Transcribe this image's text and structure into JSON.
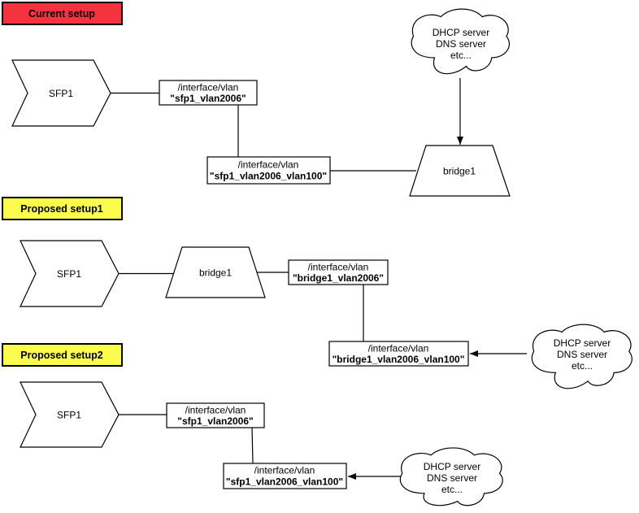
{
  "colors": {
    "current_label_bg": "#F5333F",
    "proposed_label_bg": "#FCFC4D",
    "shape_fill": "#FFFFFF",
    "stroke": "#000000"
  },
  "current": {
    "label": "Current setup",
    "sfp1_label": "SFP1",
    "vlan_box_1": {
      "path": "/interface/vlan",
      "name": "\"sfp1_vlan2006\""
    },
    "vlan_box_2": {
      "path": "/interface/vlan",
      "name": "\"sfp1_vlan2006_vlan100\""
    },
    "bridge_label": "bridge1",
    "cloud": {
      "line1": "DHCP server",
      "line2": "DNS server",
      "line3": "etc..."
    }
  },
  "proposed1": {
    "label": "Proposed setup1",
    "sfp1_label": "SFP1",
    "bridge_label": "bridge1",
    "vlan_box_1": {
      "path": "/interface/vlan",
      "name": "\"bridge1_vlan2006\""
    },
    "vlan_box_2": {
      "path": "/interface/vlan",
      "name": "\"bridge1_vlan2006_vlan100\""
    },
    "cloud": {
      "line1": "DHCP server",
      "line2": "DNS server",
      "line3": "etc..."
    }
  },
  "proposed2": {
    "label": "Proposed setup2",
    "sfp1_label": "SFP1",
    "vlan_box_1": {
      "path": "/interface/vlan",
      "name": "\"sfp1_vlan2006\""
    },
    "vlan_box_2": {
      "path": "/interface/vlan",
      "name": "\"sfp1_vlan2006_vlan100\""
    },
    "cloud": {
      "line1": "DHCP server",
      "line2": "DNS server",
      "line3": "etc..."
    }
  }
}
